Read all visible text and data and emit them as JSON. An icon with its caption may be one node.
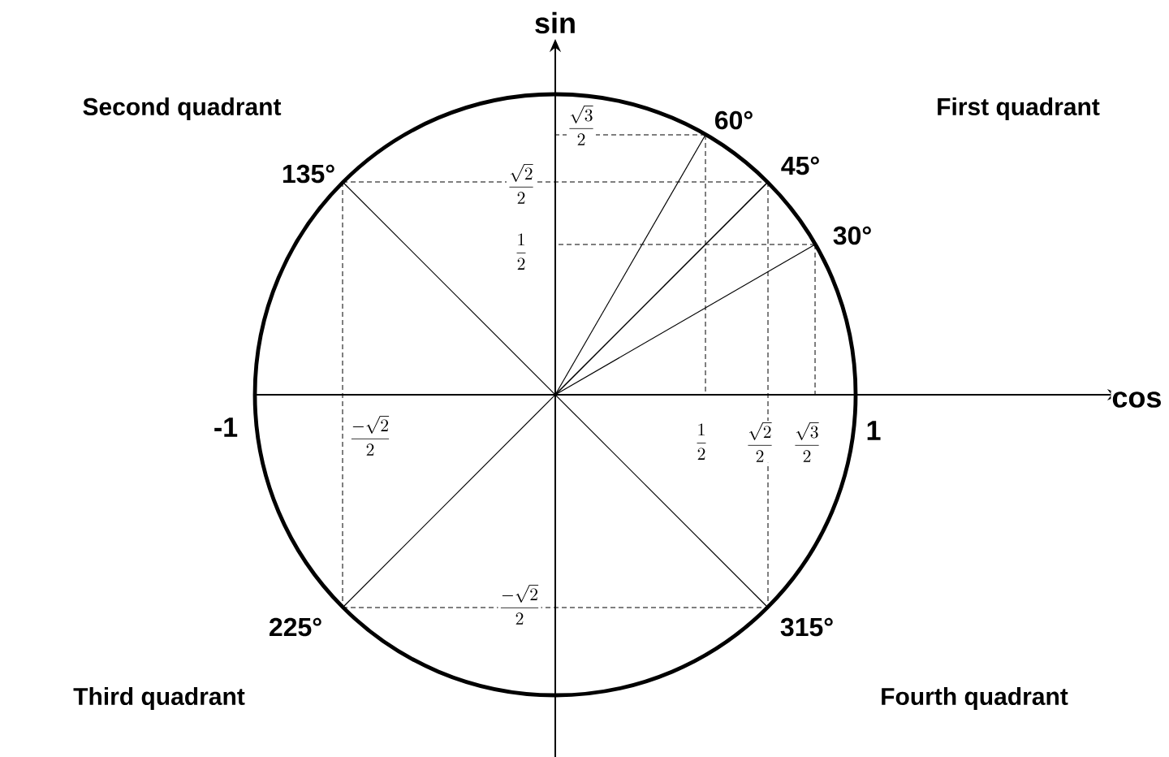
{
  "diagram": {
    "labels": [
      "sin",
      "Second quadrant",
      "First quadrant",
      "\\frac{\\sqrt{3}}{2}",
      "60°",
      "135°",
      "\\frac{\\sqrt{2}}{2}",
      "45°",
      "\\frac{1}{2}",
      "30°",
      "cos",
      "-1",
      "\\frac{-\\sqrt{2}}{2}",
      "\\frac{1}{2}",
      "\\frac{\\sqrt{2}}{2}",
      "\\frac{\\sqrt{3}}{2}",
      "1",
      "\\frac{-\\sqrt{2}}{2}",
      "225°",
      "315°",
      "Third quadrant",
      "Fourth quadrant"
    ]
  }
}
